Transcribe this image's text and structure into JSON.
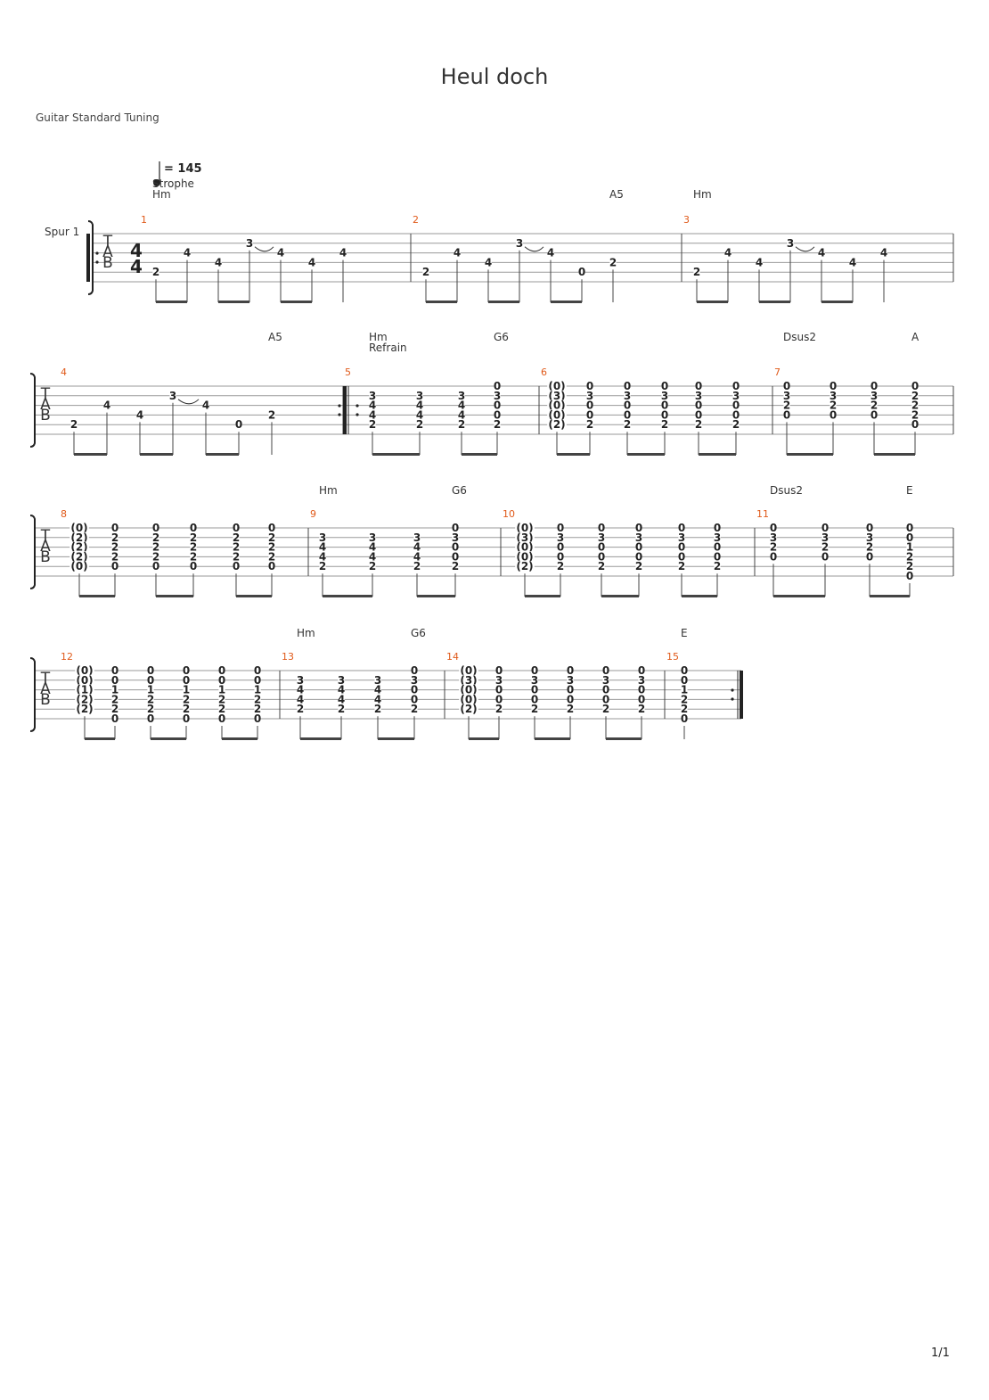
{
  "title": "Heul doch",
  "tuning": "Guitar Standard Tuning",
  "track_label": "Spur 1",
  "tempo": "= 145",
  "time_signature": {
    "top": "4",
    "bottom": "4"
  },
  "tab_letters": [
    "T",
    "A",
    "B"
  ],
  "page_number": "1/1",
  "sections": [
    {
      "label": "Strophe",
      "measure": 1
    },
    {
      "label": "Refrain",
      "measure": 5
    }
  ],
  "chord_names": [
    {
      "measure": 1,
      "beat": 0,
      "name": "Hm"
    },
    {
      "measure": 2,
      "beat": 6,
      "name": "A5"
    },
    {
      "measure": 3,
      "beat": 0,
      "name": "Hm"
    },
    {
      "measure": 4,
      "beat": 6,
      "name": "A5"
    },
    {
      "measure": 5,
      "beat": 0,
      "name": "Hm"
    },
    {
      "measure": 5,
      "beat": 3,
      "name": "G6"
    },
    {
      "measure": 7,
      "beat": 0,
      "name": "Dsus2"
    },
    {
      "measure": 7,
      "beat": 3,
      "name": "A"
    },
    {
      "measure": 9,
      "beat": 0,
      "name": "Hm"
    },
    {
      "measure": 9,
      "beat": 3,
      "name": "G6"
    },
    {
      "measure": 11,
      "beat": 0,
      "name": "Dsus2"
    },
    {
      "measure": 11,
      "beat": 3,
      "name": "E"
    },
    {
      "measure": 13,
      "beat": 0,
      "name": "Hm"
    },
    {
      "measure": 13,
      "beat": 3,
      "name": "G6"
    },
    {
      "measure": 15,
      "beat": 0,
      "name": "E"
    }
  ],
  "measures": [
    {
      "number": "1",
      "beats": [
        [
          [
            "2",
            5
          ]
        ],
        [
          [
            "4",
            3
          ]
        ],
        [
          [
            "4",
            4
          ]
        ],
        [
          [
            "3",
            2
          ]
        ],
        [
          [
            "4",
            3
          ]
        ],
        [
          [
            "4",
            4
          ]
        ],
        [
          [
            "4",
            3
          ]
        ]
      ]
    },
    {
      "number": "2",
      "beats": [
        [
          [
            "2",
            5
          ]
        ],
        [
          [
            "4",
            3
          ]
        ],
        [
          [
            "4",
            4
          ]
        ],
        [
          [
            "3",
            2
          ]
        ],
        [
          [
            "4",
            3
          ]
        ],
        [
          [
            "0",
            5
          ]
        ],
        [
          [
            "2",
            4
          ]
        ]
      ]
    },
    {
      "number": "3",
      "beats": [
        [
          [
            "2",
            5
          ]
        ],
        [
          [
            "4",
            3
          ]
        ],
        [
          [
            "4",
            4
          ]
        ],
        [
          [
            "3",
            2
          ]
        ],
        [
          [
            "4",
            3
          ]
        ],
        [
          [
            "4",
            4
          ]
        ],
        [
          [
            "4",
            3
          ]
        ]
      ]
    },
    {
      "number": "4",
      "beats": [
        [
          [
            "2",
            5
          ]
        ],
        [
          [
            "4",
            3
          ]
        ],
        [
          [
            "4",
            4
          ]
        ],
        [
          [
            "3",
            2
          ]
        ],
        [
          [
            "4",
            3
          ]
        ],
        [
          [
            "0",
            5
          ]
        ],
        [
          [
            "2",
            4
          ]
        ]
      ]
    },
    {
      "number": "5",
      "beats": [
        [
          [
            "3",
            2
          ],
          [
            "4",
            3
          ],
          [
            "4",
            4
          ],
          [
            "2",
            5
          ]
        ],
        [
          [
            "3",
            2
          ],
          [
            "4",
            3
          ],
          [
            "4",
            4
          ],
          [
            "2",
            5
          ]
        ],
        [
          [
            "3",
            2
          ],
          [
            "4",
            3
          ],
          [
            "4",
            4
          ],
          [
            "2",
            5
          ]
        ],
        [
          [
            "0",
            1
          ],
          [
            "3",
            2
          ],
          [
            "0",
            3
          ],
          [
            "0",
            4
          ],
          [
            "2",
            5
          ]
        ]
      ]
    },
    {
      "number": "6",
      "beats": [
        [
          [
            "(0)",
            1
          ],
          [
            "(3)",
            2
          ],
          [
            "(0)",
            3
          ],
          [
            "(0)",
            4
          ],
          [
            "(2)",
            5
          ]
        ],
        [
          [
            "0",
            1
          ],
          [
            "3",
            2
          ],
          [
            "0",
            3
          ],
          [
            "0",
            4
          ],
          [
            "2",
            5
          ]
        ],
        [
          [
            "0",
            1
          ],
          [
            "3",
            2
          ],
          [
            "0",
            3
          ],
          [
            "0",
            4
          ],
          [
            "2",
            5
          ]
        ],
        [
          [
            "0",
            1
          ],
          [
            "3",
            2
          ],
          [
            "0",
            3
          ],
          [
            "0",
            4
          ],
          [
            "2",
            5
          ]
        ],
        [
          [
            "0",
            1
          ],
          [
            "3",
            2
          ],
          [
            "0",
            3
          ],
          [
            "0",
            4
          ],
          [
            "2",
            5
          ]
        ],
        [
          [
            "0",
            1
          ],
          [
            "3",
            2
          ],
          [
            "0",
            3
          ],
          [
            "0",
            4
          ],
          [
            "2",
            5
          ]
        ]
      ]
    },
    {
      "number": "7",
      "beats": [
        [
          [
            "0",
            1
          ],
          [
            "3",
            2
          ],
          [
            "2",
            3
          ],
          [
            "0",
            4
          ]
        ],
        [
          [
            "0",
            1
          ],
          [
            "3",
            2
          ],
          [
            "2",
            3
          ],
          [
            "0",
            4
          ]
        ],
        [
          [
            "0",
            1
          ],
          [
            "3",
            2
          ],
          [
            "2",
            3
          ],
          [
            "0",
            4
          ]
        ],
        [
          [
            "0",
            1
          ],
          [
            "2",
            2
          ],
          [
            "2",
            3
          ],
          [
            "2",
            4
          ],
          [
            "0",
            5
          ]
        ]
      ]
    },
    {
      "number": "8",
      "beats": [
        [
          [
            "(0)",
            1
          ],
          [
            "(2)",
            2
          ],
          [
            "(2)",
            3
          ],
          [
            "(2)",
            4
          ],
          [
            "(0)",
            5
          ]
        ],
        [
          [
            "0",
            1
          ],
          [
            "2",
            2
          ],
          [
            "2",
            3
          ],
          [
            "2",
            4
          ],
          [
            "0",
            5
          ]
        ],
        [
          [
            "0",
            1
          ],
          [
            "2",
            2
          ],
          [
            "2",
            3
          ],
          [
            "2",
            4
          ],
          [
            "0",
            5
          ]
        ],
        [
          [
            "0",
            1
          ],
          [
            "2",
            2
          ],
          [
            "2",
            3
          ],
          [
            "2",
            4
          ],
          [
            "0",
            5
          ]
        ],
        [
          [
            "0",
            1
          ],
          [
            "2",
            2
          ],
          [
            "2",
            3
          ],
          [
            "2",
            4
          ],
          [
            "0",
            5
          ]
        ],
        [
          [
            "0",
            1
          ],
          [
            "2",
            2
          ],
          [
            "2",
            3
          ],
          [
            "2",
            4
          ],
          [
            "0",
            5
          ]
        ]
      ]
    },
    {
      "number": "9",
      "beats": [
        [
          [
            "3",
            2
          ],
          [
            "4",
            3
          ],
          [
            "4",
            4
          ],
          [
            "2",
            5
          ]
        ],
        [
          [
            "3",
            2
          ],
          [
            "4",
            3
          ],
          [
            "4",
            4
          ],
          [
            "2",
            5
          ]
        ],
        [
          [
            "3",
            2
          ],
          [
            "4",
            3
          ],
          [
            "4",
            4
          ],
          [
            "2",
            5
          ]
        ],
        [
          [
            "0",
            1
          ],
          [
            "3",
            2
          ],
          [
            "0",
            3
          ],
          [
            "0",
            4
          ],
          [
            "2",
            5
          ]
        ]
      ]
    },
    {
      "number": "10",
      "beats": [
        [
          [
            "(0)",
            1
          ],
          [
            "(3)",
            2
          ],
          [
            "(0)",
            3
          ],
          [
            "(0)",
            4
          ],
          [
            "(2)",
            5
          ]
        ],
        [
          [
            "0",
            1
          ],
          [
            "3",
            2
          ],
          [
            "0",
            3
          ],
          [
            "0",
            4
          ],
          [
            "2",
            5
          ]
        ],
        [
          [
            "0",
            1
          ],
          [
            "3",
            2
          ],
          [
            "0",
            3
          ],
          [
            "0",
            4
          ],
          [
            "2",
            5
          ]
        ],
        [
          [
            "0",
            1
          ],
          [
            "3",
            2
          ],
          [
            "0",
            3
          ],
          [
            "0",
            4
          ],
          [
            "2",
            5
          ]
        ],
        [
          [
            "0",
            1
          ],
          [
            "3",
            2
          ],
          [
            "0",
            3
          ],
          [
            "0",
            4
          ],
          [
            "2",
            5
          ]
        ],
        [
          [
            "0",
            1
          ],
          [
            "3",
            2
          ],
          [
            "0",
            3
          ],
          [
            "0",
            4
          ],
          [
            "2",
            5
          ]
        ]
      ]
    },
    {
      "number": "11",
      "beats": [
        [
          [
            "0",
            1
          ],
          [
            "3",
            2
          ],
          [
            "2",
            3
          ],
          [
            "0",
            4
          ]
        ],
        [
          [
            "0",
            1
          ],
          [
            "3",
            2
          ],
          [
            "2",
            3
          ],
          [
            "0",
            4
          ]
        ],
        [
          [
            "0",
            1
          ],
          [
            "3",
            2
          ],
          [
            "2",
            3
          ],
          [
            "0",
            4
          ]
        ],
        [
          [
            "0",
            1
          ],
          [
            "0",
            2
          ],
          [
            "1",
            3
          ],
          [
            "2",
            4
          ],
          [
            "2",
            5
          ],
          [
            "0",
            6
          ]
        ]
      ]
    },
    {
      "number": "12",
      "beats": [
        [
          [
            "(0)",
            1
          ],
          [
            "(0)",
            2
          ],
          [
            "(1)",
            3
          ],
          [
            "(2)",
            4
          ],
          [
            "(2)",
            5
          ]
        ],
        [
          [
            "0",
            1
          ],
          [
            "0",
            2
          ],
          [
            "1",
            3
          ],
          [
            "2",
            4
          ],
          [
            "2",
            5
          ],
          [
            "0",
            6
          ]
        ],
        [
          [
            "0",
            1
          ],
          [
            "0",
            2
          ],
          [
            "1",
            3
          ],
          [
            "2",
            4
          ],
          [
            "2",
            5
          ],
          [
            "0",
            6
          ]
        ],
        [
          [
            "0",
            1
          ],
          [
            "0",
            2
          ],
          [
            "1",
            3
          ],
          [
            "2",
            4
          ],
          [
            "2",
            5
          ],
          [
            "0",
            6
          ]
        ],
        [
          [
            "0",
            1
          ],
          [
            "0",
            2
          ],
          [
            "1",
            3
          ],
          [
            "2",
            4
          ],
          [
            "2",
            5
          ],
          [
            "0",
            6
          ]
        ],
        [
          [
            "0",
            1
          ],
          [
            "0",
            2
          ],
          [
            "1",
            3
          ],
          [
            "2",
            4
          ],
          [
            "2",
            5
          ],
          [
            "0",
            6
          ]
        ]
      ]
    },
    {
      "number": "13",
      "beats": [
        [
          [
            "3",
            2
          ],
          [
            "4",
            3
          ],
          [
            "4",
            4
          ],
          [
            "2",
            5
          ]
        ],
        [
          [
            "3",
            2
          ],
          [
            "4",
            3
          ],
          [
            "4",
            4
          ],
          [
            "2",
            5
          ]
        ],
        [
          [
            "3",
            2
          ],
          [
            "4",
            3
          ],
          [
            "4",
            4
          ],
          [
            "2",
            5
          ]
        ],
        [
          [
            "0",
            1
          ],
          [
            "3",
            2
          ],
          [
            "0",
            3
          ],
          [
            "0",
            4
          ],
          [
            "2",
            5
          ]
        ]
      ]
    },
    {
      "number": "14",
      "beats": [
        [
          [
            "(0)",
            1
          ],
          [
            "(3)",
            2
          ],
          [
            "(0)",
            3
          ],
          [
            "(0)",
            4
          ],
          [
            "(2)",
            5
          ]
        ],
        [
          [
            "0",
            1
          ],
          [
            "3",
            2
          ],
          [
            "0",
            3
          ],
          [
            "0",
            4
          ],
          [
            "2",
            5
          ]
        ],
        [
          [
            "0",
            1
          ],
          [
            "3",
            2
          ],
          [
            "0",
            3
          ],
          [
            "0",
            4
          ],
          [
            "2",
            5
          ]
        ],
        [
          [
            "0",
            1
          ],
          [
            "3",
            2
          ],
          [
            "0",
            3
          ],
          [
            "0",
            4
          ],
          [
            "2",
            5
          ]
        ],
        [
          [
            "0",
            1
          ],
          [
            "3",
            2
          ],
          [
            "0",
            3
          ],
          [
            "0",
            4
          ],
          [
            "2",
            5
          ]
        ],
        [
          [
            "0",
            1
          ],
          [
            "3",
            2
          ],
          [
            "0",
            3
          ],
          [
            "0",
            4
          ],
          [
            "2",
            5
          ]
        ]
      ]
    },
    {
      "number": "15",
      "beats": [
        [
          [
            "0",
            1
          ],
          [
            "0",
            2
          ],
          [
            "1",
            3
          ],
          [
            "2",
            4
          ],
          [
            "2",
            5
          ],
          [
            "0",
            6
          ]
        ]
      ]
    }
  ]
}
